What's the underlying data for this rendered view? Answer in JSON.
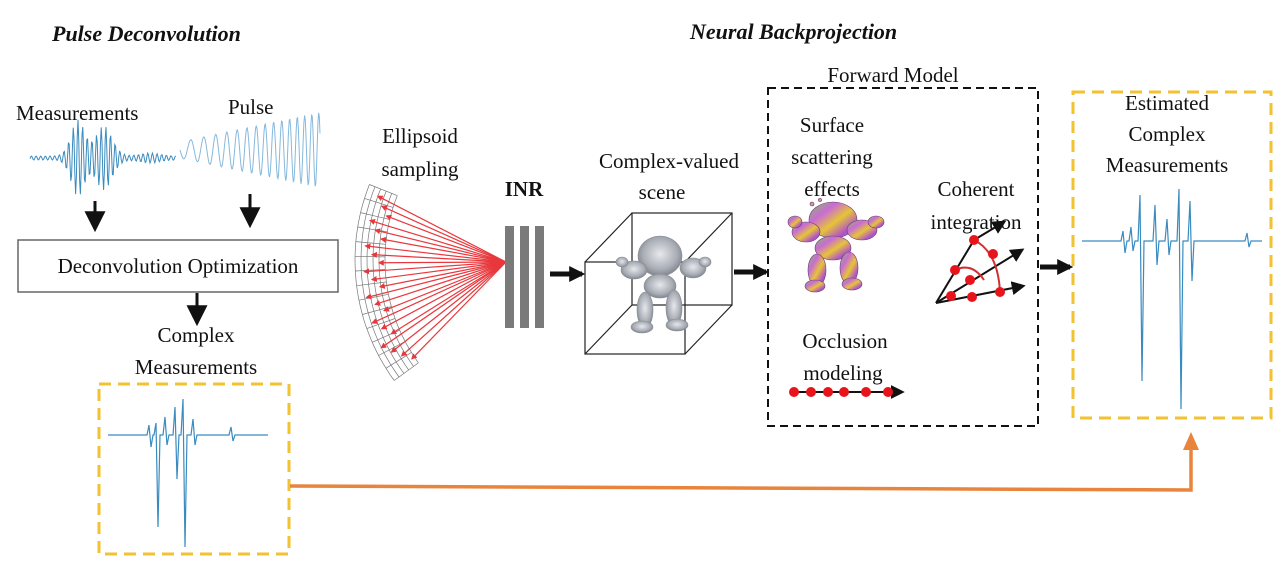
{
  "headings": {
    "pulse_deconvolution": "Pulse Deconvolution",
    "neural_backprojection": "Neural Backprojection"
  },
  "labels": {
    "measurements": "Measurements",
    "pulse": "Pulse",
    "deconvolution_optimization": "Deconvolution Optimization",
    "complex_measurements_line1": "Complex",
    "complex_measurements_line2": "Measurements",
    "ellipsoid_line1": "Ellipsoid",
    "ellipsoid_line2": "sampling",
    "inr": "INR",
    "scene_line1": "Complex-valued",
    "scene_line2": "scene",
    "forward_model": "Forward Model",
    "surface_line1": "Surface",
    "surface_line2": "scattering",
    "surface_line3": "effects",
    "coherent_line1": "Coherent",
    "coherent_line2": "integration",
    "occlusion_line1": "Occlusion",
    "occlusion_line2": "modeling",
    "estimated_line1": "Estimated",
    "estimated_line2": "Complex",
    "estimated_line3": "Measurements"
  },
  "colors": {
    "signal": "#3a8bbf",
    "signal_light": "#86b9dc",
    "ray": "#e8383d",
    "node": "#e8141b",
    "dashed_yellow": "#f2c230",
    "feedback_arrow": "#e8843c",
    "arrow": "#111111",
    "inr_bar": "#7a7a7a"
  }
}
